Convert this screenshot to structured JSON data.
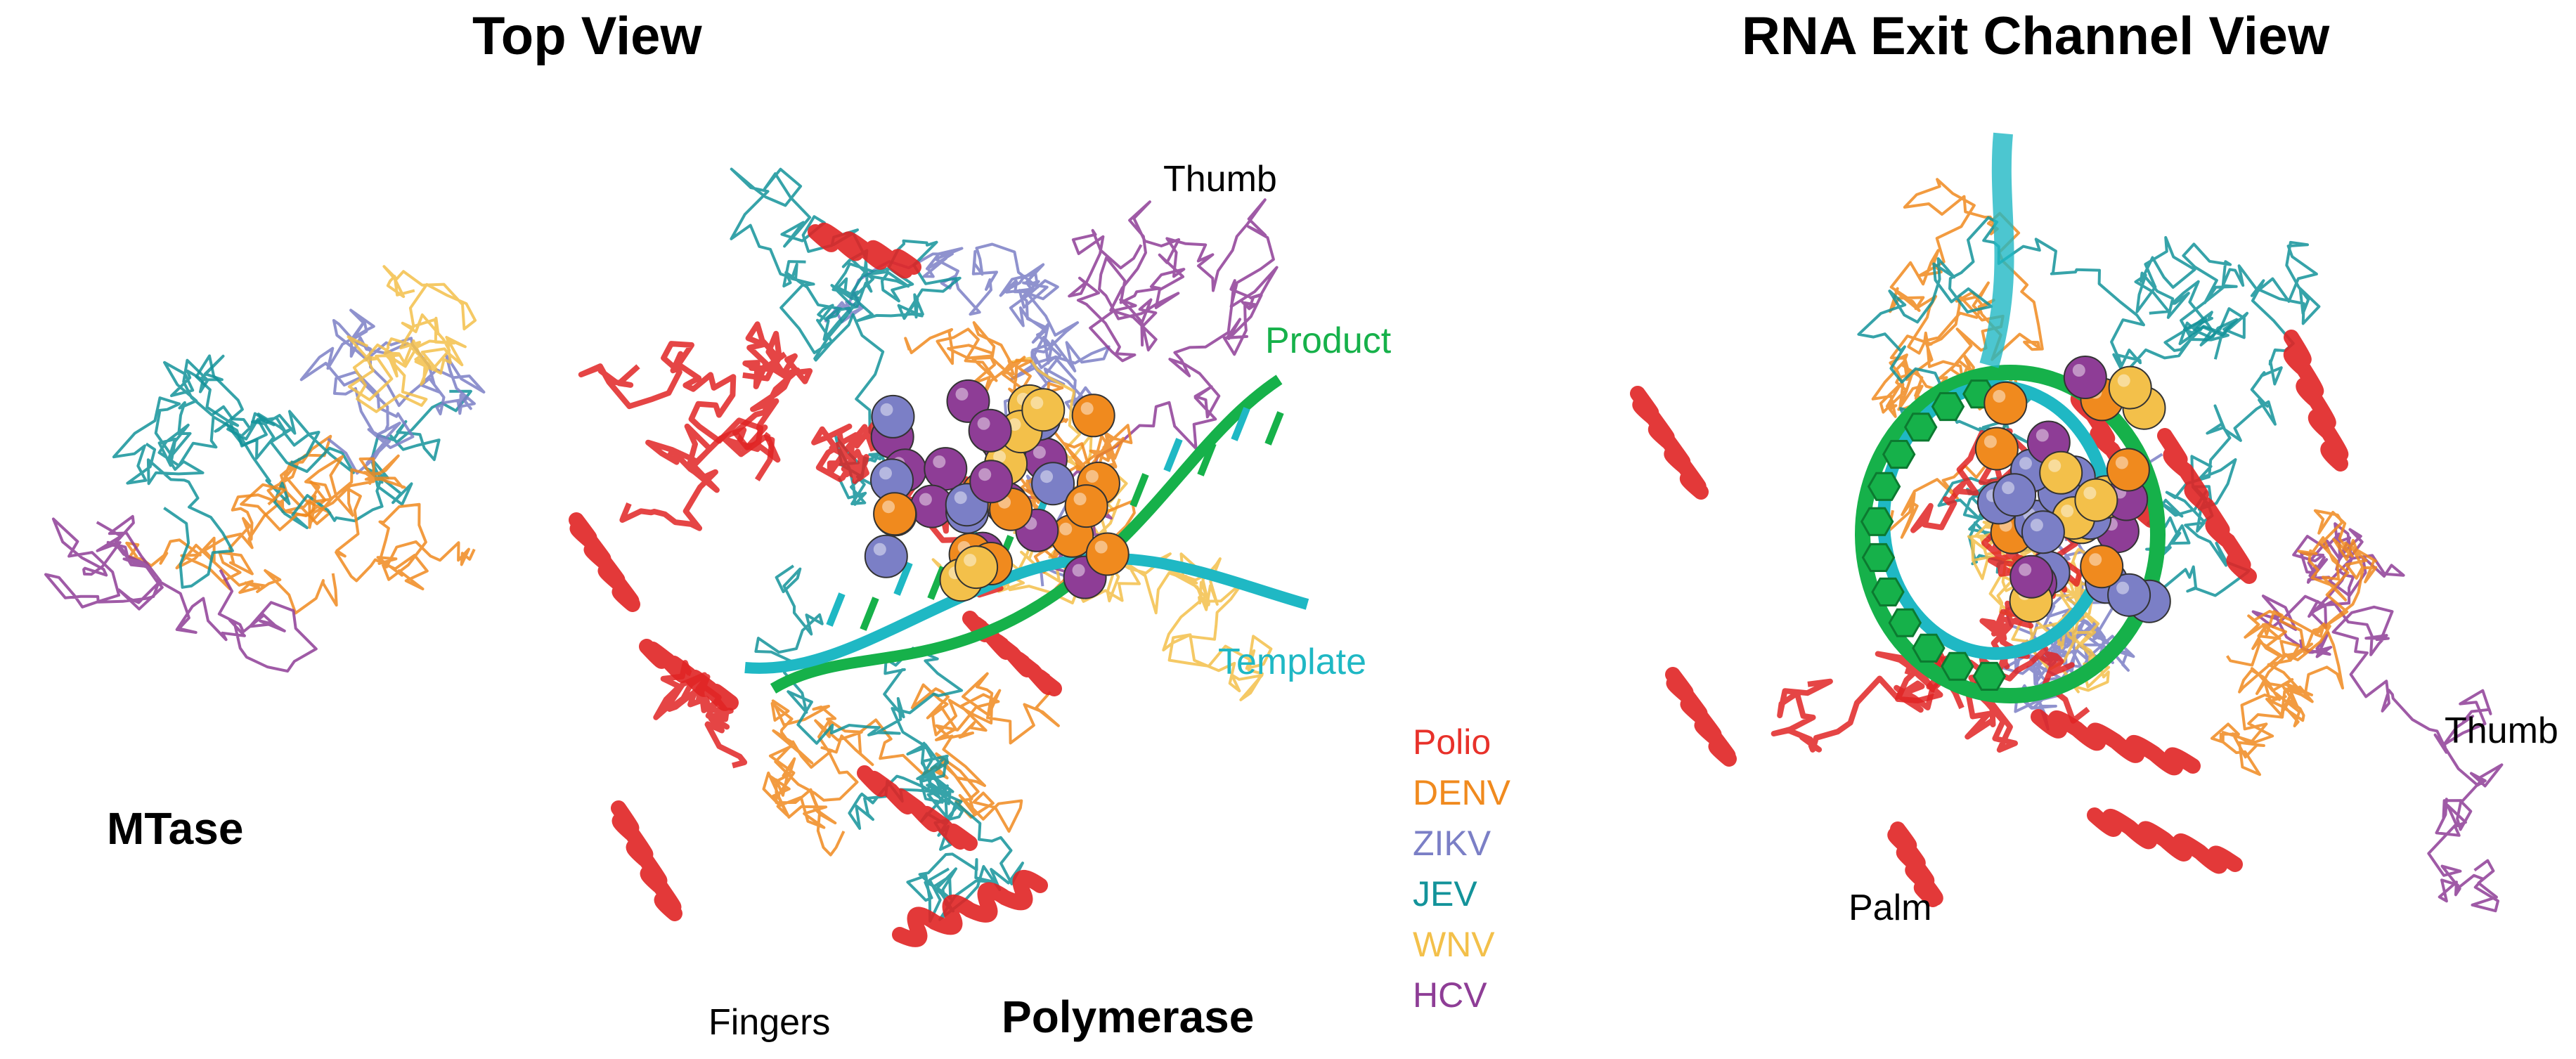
{
  "panels": [
    {
      "title": "Top View",
      "labels": {
        "thumb": "Thumb",
        "product": "Product",
        "template": "Template",
        "mtase": "MTase",
        "fingers": "Fingers",
        "polymerase": "Polymerase"
      }
    },
    {
      "title": "RNA Exit Channel View",
      "labels": {
        "thumb": "Thumb",
        "palm": "Palm"
      }
    }
  ],
  "legend": [
    {
      "name": "Polio",
      "color": "#e8312a"
    },
    {
      "name": "DENV",
      "color": "#f08a1e"
    },
    {
      "name": "ZIKV",
      "color": "#7b7fc6"
    },
    {
      "name": "JEV",
      "color": "#13939a"
    },
    {
      "name": "WNV",
      "color": "#f3c04a"
    },
    {
      "name": "HCV",
      "color": "#8e3d96"
    }
  ],
  "colors": {
    "polio": "#e02424",
    "denv": "#f08a1e",
    "zikv": "#7b7fc6",
    "jev": "#13939a",
    "wnv": "#f3c04a",
    "hcv": "#8e3d96",
    "template_rna": "#1fb8c4",
    "product_rna": "#16b14a"
  }
}
